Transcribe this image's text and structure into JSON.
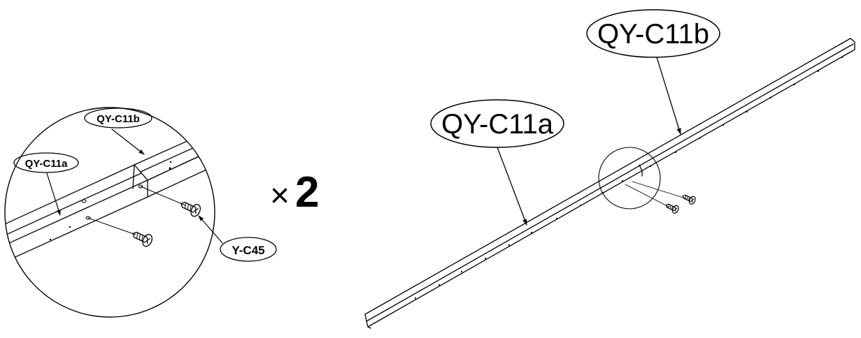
{
  "detail": {
    "label_rail_b": "QY-C11b",
    "label_rail_a": "QY-C11a",
    "label_screw": "Y-C45"
  },
  "multiplier": {
    "symbol": "×",
    "count": "2"
  },
  "overview": {
    "label_rail_b": "QY-C11b",
    "label_rail_a": "QY-C11a"
  },
  "colors": {
    "line": "#000000",
    "background": "#ffffff"
  }
}
